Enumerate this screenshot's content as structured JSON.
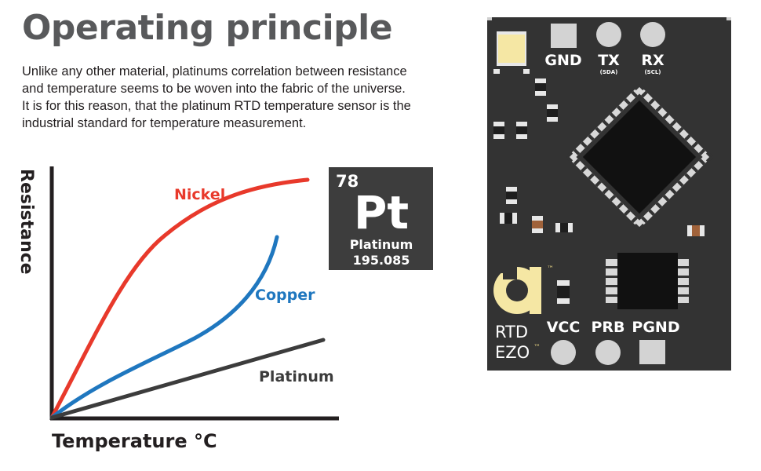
{
  "header": {
    "title": "Operating principle",
    "paragraph_lines": [
      "Unlike any other material, platinums correlation between resistance",
      "and temperature seems to be woven into the fabric of the universe.",
      "It is for this reason, that the platinum RTD temperature sensor is the",
      "industrial standard for temperature measurement."
    ]
  },
  "chart": {
    "xlabel": "Temperature °C",
    "ylabel": "Resistance",
    "series": [
      {
        "name": "Nickel",
        "color": "#e8392b"
      },
      {
        "name": "Copper",
        "color": "#1f77bf"
      },
      {
        "name": "Platinum",
        "color": "#3c3c3c"
      }
    ]
  },
  "element": {
    "number": "78",
    "symbol": "Pt",
    "name": "Platinum",
    "mass": "195.085",
    "bg_color": "#3d3d3d"
  },
  "board": {
    "bg_color": "#333333",
    "accent_color": "#f5e7a4",
    "pins_top": [
      {
        "label": "GND",
        "sub": ""
      },
      {
        "label": "TX",
        "sub": "(SDA)"
      },
      {
        "label": "RX",
        "sub": "(SCL)"
      }
    ],
    "pins_bottom": [
      {
        "label": "VCC"
      },
      {
        "label": "PRB"
      },
      {
        "label": "PGND"
      }
    ],
    "brand_line1": "RTD",
    "brand_line2": "EZO",
    "trademark": "™",
    "logo_icon": "atlas-scientific-logo-icon"
  }
}
